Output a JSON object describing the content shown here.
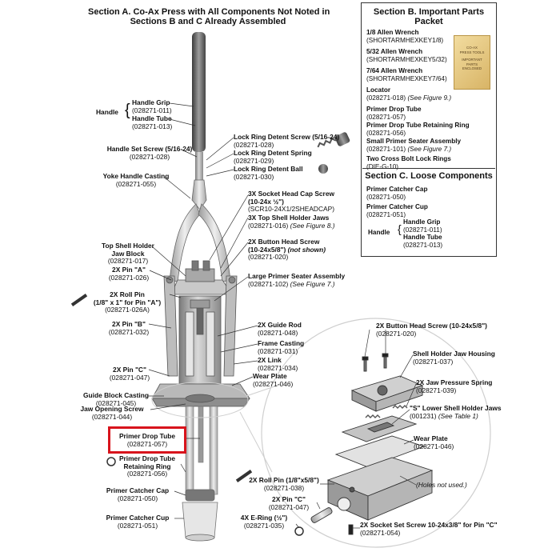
{
  "section_a": {
    "title_bold": "Section A.",
    "title_rest": "Co-Ax Press with All Components Not Noted in",
    "title_line2": "Sections B and C Already Assembled"
  },
  "section_b": {
    "title_line1": "Section B. Important Parts",
    "title_line2": "Packet",
    "items": [
      {
        "name": "1/8 Allen Wrench",
        "part": "(SHORTARMHEXKEY1/8)"
      },
      {
        "name": "5/32 Allen Wrench",
        "part": "(SHORTARMHEXKEY5/32)"
      },
      {
        "name": "7/64 Allen Wrench",
        "part": "(SHORTARMHEXKEY7/64)"
      },
      {
        "name": "Locator",
        "part": "(028271-018)",
        "note": "(See Figure 9.)"
      },
      {
        "name": "Primer Drop Tube",
        "part": "(028271-057)"
      },
      {
        "name": "Primer Drop Tube Retaining Ring",
        "part": "(028271-056)"
      },
      {
        "name": "Small Primer Seater Assembly",
        "part": "(028271-101)",
        "note": "(See Figure 7.)"
      },
      {
        "name": "Two Cross Bolt Lock Rings",
        "part": "(DIE-G-10)"
      }
    ],
    "packet_text": [
      "CO-AX",
      "PRESS TOOLS",
      "IMPORTANT",
      "PARTS",
      "ENCLOSED"
    ]
  },
  "section_c": {
    "title": "Section C. Loose Components",
    "items": [
      {
        "name": "Primer Catcher Cap",
        "part": "(028271-050)"
      },
      {
        "name": "Primer Catcher Cup",
        "part": "(028271-051)"
      }
    ],
    "handle_label": "Handle",
    "handle_items": [
      {
        "name": "Handle Grip",
        "part": "(028271-011)"
      },
      {
        "name": "Handle Tube",
        "part": "(028271-013)"
      }
    ]
  },
  "labels": {
    "handle": "Handle",
    "handle_grip": "Handle Grip",
    "handle_grip_part": "(028271-011)",
    "handle_tube": "Handle Tube",
    "handle_tube_part": "(028271-013)",
    "handle_set_screw": "Handle Set Screw (5/16-24)",
    "handle_set_screw_part": "(028271-028)",
    "yoke": "Yoke Handle Casting",
    "yoke_part": "(028271-055)",
    "lock_screw": "Lock Ring Detent Screw (5/16-24)",
    "lock_screw_part": "(028271-028)",
    "lock_spring": "Lock Ring Detent Spring",
    "lock_spring_part": "(028271-029)",
    "lock_ball": "Lock Ring Detent Ball",
    "lock_ball_part": "(028271-030)",
    "socket_cap_1": "3X Socket Head Cap Screw",
    "socket_cap_2": "(10-24x ½\")",
    "socket_cap_part": "(SCR10-24X1/2SHEADCAP)",
    "top_jaws": "3X Top Shell Holder Jaws",
    "top_jaws_part": "(028271-016)",
    "top_jaws_note": "(See Figure 8.)",
    "button_head_1": "2X Button Head Screw",
    "button_head_2": "(10-24x5/8\")",
    "button_head_note": "(not shown)",
    "button_head_part": "(028271-020)",
    "top_block_1": "Top Shell Holder",
    "top_block_2": "Jaw Block",
    "top_block_part": "(028271-017)",
    "large_primer": "Large Primer Seater Assembly",
    "large_primer_part": "(028271-102)",
    "large_primer_note": "(See Figure 7.)",
    "pin_a": "2X Pin \"A\"",
    "pin_a_part": "(028271-026)",
    "roll_pin_1": "2X Roll Pin",
    "roll_pin_2": "(1/8\" x 1\" for Pin \"A\")",
    "roll_pin_part": "(028271-026A)",
    "pin_b": "2X Pin \"B\"",
    "pin_b_part": "(028271-032)",
    "guide_rod": "2X Guide Rod",
    "guide_rod_part": "(028271-048)",
    "frame": "Frame Casting",
    "frame_part": "(028271-031)",
    "link": "2X Link",
    "link_part": "(028271-034)",
    "pin_c": "2X Pin \"C\"",
    "pin_c_part": "(028271-047)",
    "wear_plate": "Wear Plate",
    "wear_plate_part": "(028271-046)",
    "guide_block": "Guide Block Casting",
    "guide_block_part": "(028271-045)",
    "jaw_screw": "Jaw Opening Screw",
    "jaw_screw_part": "(028271-044)",
    "drop_tube": "Primer Drop Tube",
    "drop_tube_part": "(028271-057)",
    "drop_ring_1": "Primer Drop Tube",
    "drop_ring_2": "Retaining Ring",
    "drop_ring_part": "(028271-056)",
    "catcher_cap": "Primer Catcher Cap",
    "catcher_cap_part": "(028271-050)",
    "catcher_cup": "Primer Catcher Cup",
    "catcher_cup_part": "(028271-051)",
    "d_button": "2X Button Head Screw (10-24x5/8\")",
    "d_button_part": "(028271-020)",
    "d_housing": "Shell Holder Jaw Housing",
    "d_housing_part": "(028271-037)",
    "d_spring": "2X Jaw Pressure Spring",
    "d_spring_part": "(028271-039)",
    "d_s_jaws": "\"S\" Lower Shell Holder Jaws",
    "d_s_jaws_part": "(001231)",
    "d_s_jaws_note": "(See Table 1)",
    "d_wear": "Wear Plate",
    "d_wear_part": "(028271-046)",
    "d_notused": "(Holes not used.)",
    "d_roll": "2X Roll Pin (1/8\"x5/8\")",
    "d_roll_part": "(028271-038)",
    "d_pin_c": "2X Pin \"C\"",
    "d_pin_c_part": "(028271-047)",
    "d_ering": "4X E-Ring (½\")",
    "d_ering_part": "(028271-035)",
    "d_setscrew": "2X Socket Set Screw 10-24x3/8\" for Pin \"C\"",
    "d_setscrew_part": "(028271-054)"
  }
}
